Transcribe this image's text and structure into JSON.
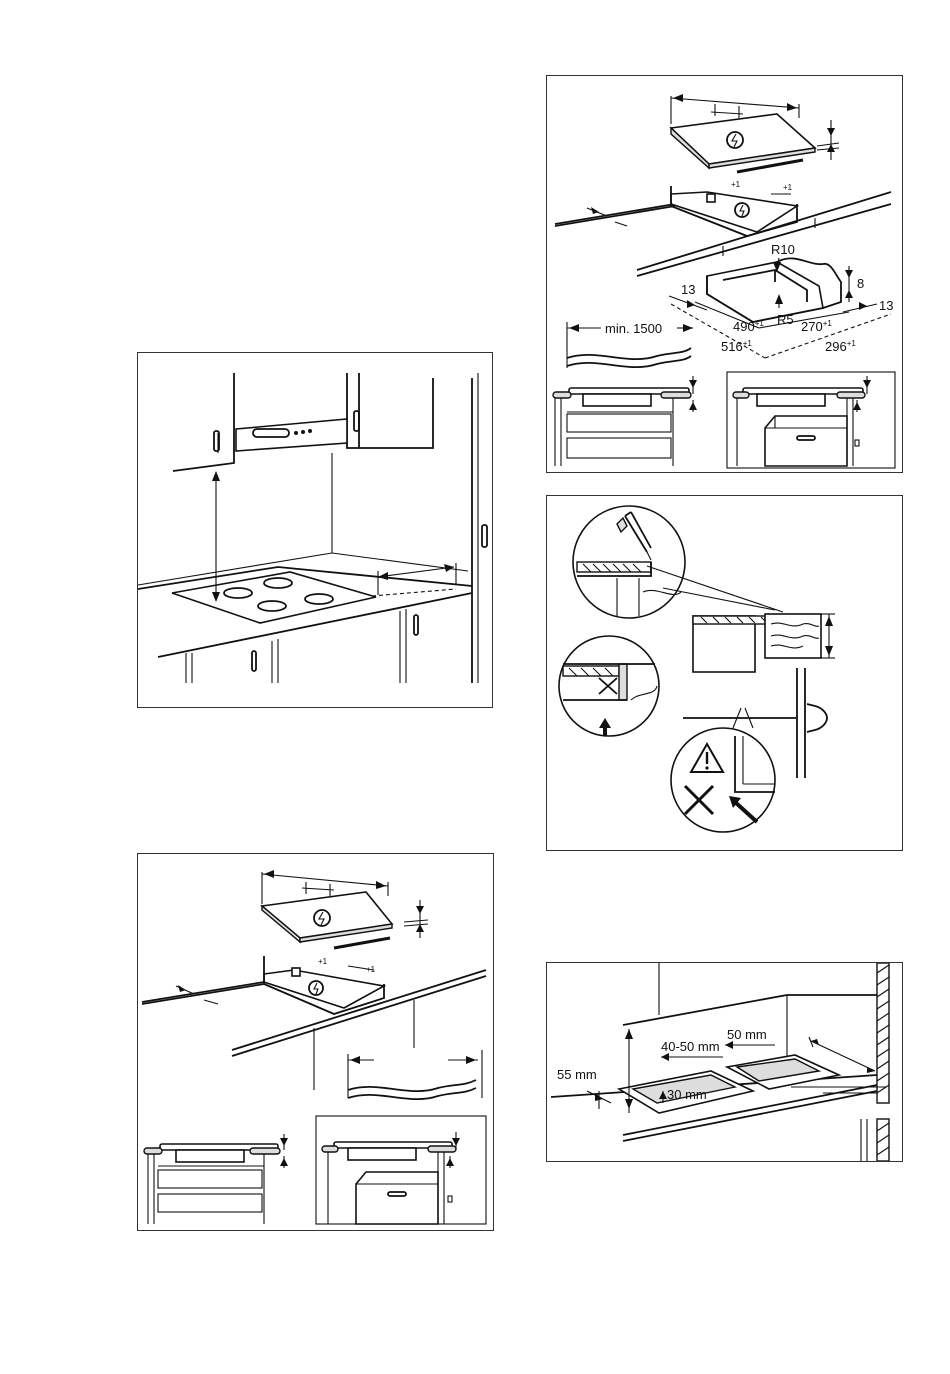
{
  "panel_b": {
    "r10": "R10",
    "r5": "R5",
    "d8": "8",
    "d13_left": "13",
    "d13_right": "13",
    "d490": "490",
    "d490_tol": "+1",
    "d516": "516",
    "d516_tol": "+1",
    "d270": "270",
    "d270_tol": "+1",
    "d296": "296",
    "d296_tol": "+1",
    "cable_len": "min. 1500",
    "tol_a": "+1",
    "tol_b": "+1"
  },
  "panel_c": {
    "tol_a": "+1",
    "tol_b": "+1"
  },
  "panel_e": {
    "d55": "55 mm",
    "d4050": "40-50 mm",
    "d50": "50 mm",
    "d30": "30 mm"
  }
}
